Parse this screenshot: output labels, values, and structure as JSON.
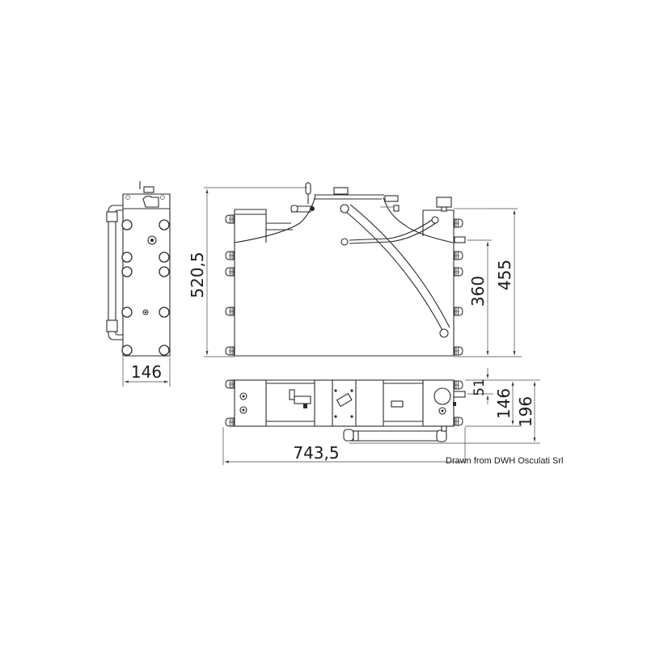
{
  "drawing": {
    "title": "Technical drawing - tank assembly (side, front and top views)",
    "views": [
      "side-view",
      "front-view",
      "top-view"
    ],
    "colors": {
      "line": "#2a2a2a",
      "background": "#ffffff"
    }
  },
  "dimensions": {
    "side_width": "146",
    "front_height": "520,5",
    "right_height": "455",
    "right_inner_height": "360",
    "top_overall_length": "743,5",
    "top_offset": "51",
    "top_depth": "146",
    "top_total_depth": "196"
  },
  "credit": "Drawn from DWH Osculati Srl"
}
